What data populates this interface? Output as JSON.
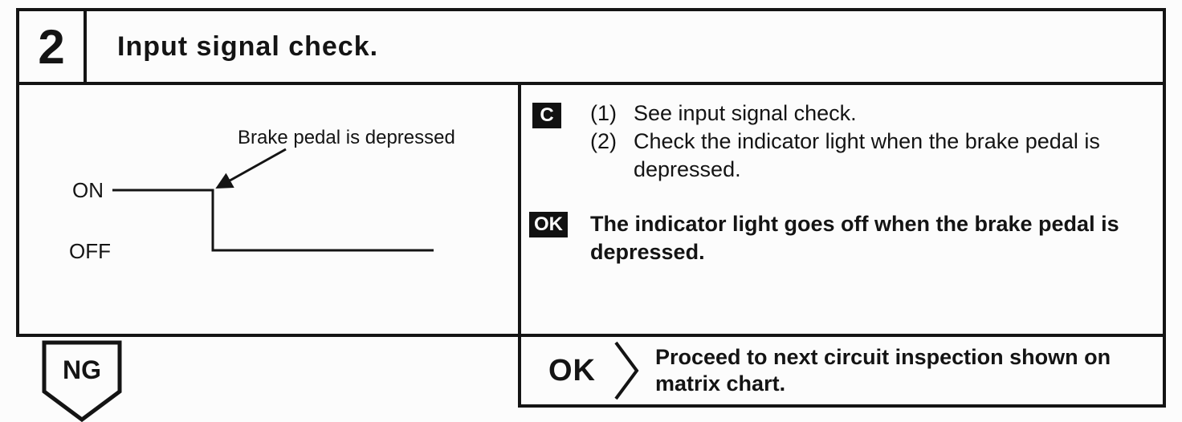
{
  "step": {
    "number": "2",
    "title": "Input signal check."
  },
  "waveform": {
    "on_label": "ON",
    "off_label": "OFF",
    "annotation": "Brake pedal is depressed"
  },
  "check": {
    "badge": "C",
    "items": [
      {
        "num": "(1)",
        "text": "See input signal check."
      },
      {
        "num": "(2)",
        "text": "Check the indicator light when the brake pedal is depressed."
      }
    ]
  },
  "result_ok": {
    "badge": "OK",
    "text": "The indicator light goes off when the brake pedal is depressed."
  },
  "branches": {
    "ng_label": "NG",
    "ok_label": "OK",
    "ok_action": "Proceed to next circuit inspection shown on matrix chart."
  },
  "colors": {
    "ink": "#141414",
    "paper": "#fcfcfc"
  }
}
